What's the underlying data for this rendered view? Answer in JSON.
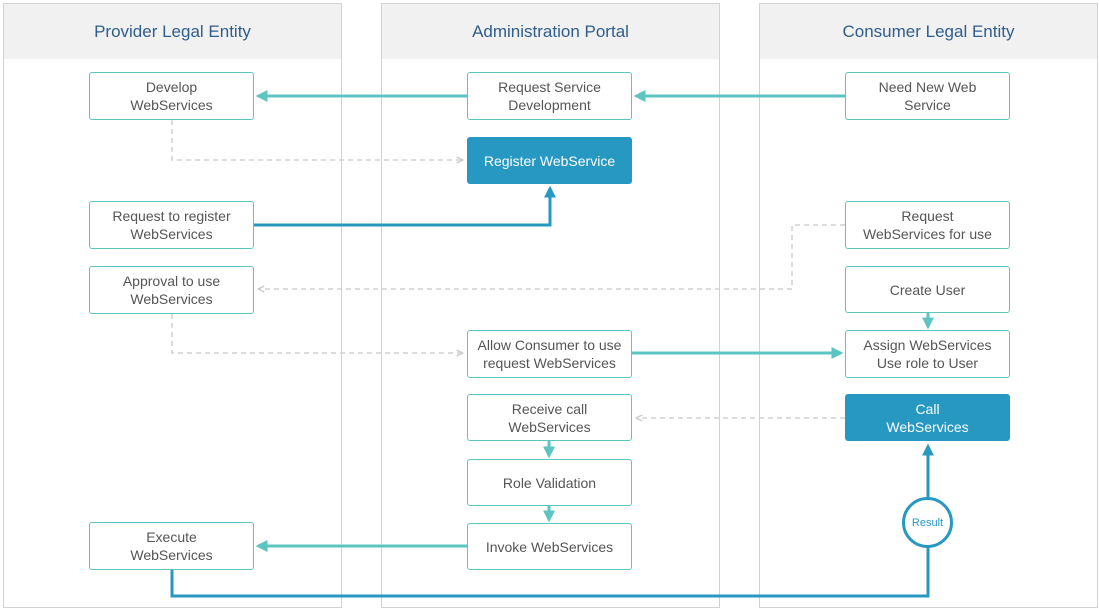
{
  "lanes": {
    "provider": "Provider Legal Entity",
    "admin": "Administration Portal",
    "consumer": "Consumer Legal Entity"
  },
  "nodes": {
    "develop": "Develop\nWebServices",
    "request_dev": "Request Service\nDevelopment",
    "need_new": "Need New Web\nService",
    "register": "Register WebService",
    "request_register": "Request to register\nWebServices",
    "request_use": "Request\nWebServices for use",
    "approval": "Approval to use\nWebServices",
    "create_user": "Create User",
    "allow_consumer": "Allow Consumer to use\nrequest WebServices",
    "assign_role": "Assign WebServices\nUse role to User",
    "receive_call": "Receive call\nWebServices",
    "call": "Call\nWebServices",
    "role_validation": "Role Validation",
    "invoke": "Invoke WebServices",
    "execute": "Execute\nWebServices"
  },
  "result_label": "Result",
  "colors": {
    "teal": "#5cc5c1",
    "blue": "#2798c2",
    "dashed": "#d0d0d0",
    "header_text": "#2f5d8c"
  }
}
